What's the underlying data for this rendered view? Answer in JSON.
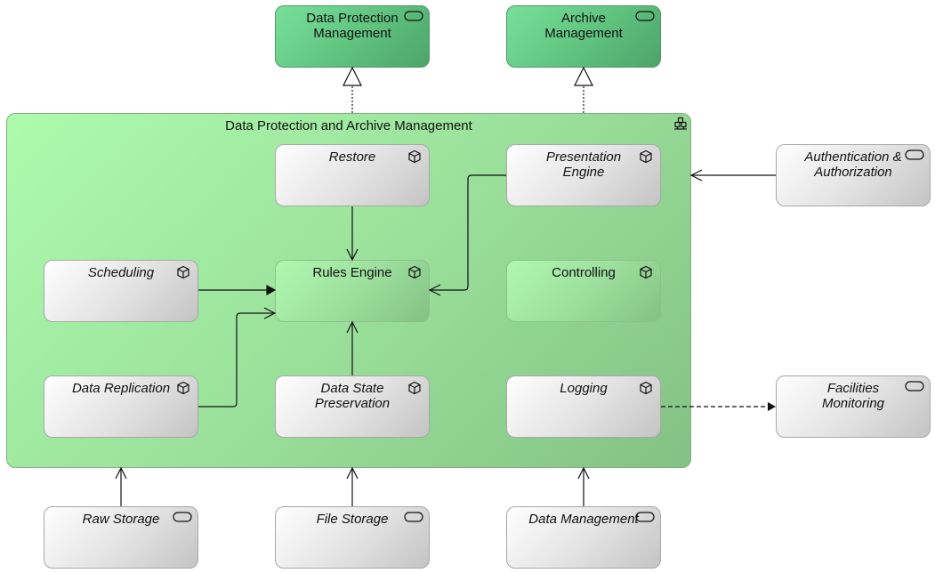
{
  "diagram": {
    "container": {
      "title": "Data Protection and Archive Management",
      "icon": "collaboration-icon"
    },
    "top_services": [
      {
        "id": "data-protection-management",
        "label": "Data Protection Management",
        "icon": "service-icon"
      },
      {
        "id": "archive-management",
        "label": "Archive Management",
        "icon": "service-icon"
      }
    ],
    "components": {
      "restore": {
        "label": "Restore",
        "icon": "component-icon"
      },
      "presentation_engine": {
        "label": "Presentation Engine",
        "icon": "component-icon"
      },
      "scheduling": {
        "label": "Scheduling",
        "icon": "component-icon"
      },
      "rules_engine": {
        "label": "Rules Engine",
        "icon": "component-icon"
      },
      "controlling": {
        "label": "Controlling",
        "icon": "component-icon"
      },
      "data_replication": {
        "label": "Data Replication",
        "icon": "component-icon"
      },
      "data_state_preservation": {
        "label": "Data State Preservation",
        "icon": "component-icon"
      },
      "logging": {
        "label": "Logging",
        "icon": "component-icon"
      }
    },
    "external_services": {
      "auth": {
        "label": "Authentication & Authorization",
        "icon": "service-icon"
      },
      "facilities": {
        "label": "Facilities Monitoring",
        "icon": "service-icon"
      },
      "raw_storage": {
        "label": "Raw Storage",
        "icon": "service-icon"
      },
      "file_storage": {
        "label": "File Storage",
        "icon": "service-icon"
      },
      "data_management": {
        "label": "Data Management",
        "icon": "service-icon"
      }
    },
    "relations": [
      {
        "from": "Data Protection and Archive Management",
        "to": "Data Protection Management",
        "type": "realization"
      },
      {
        "from": "Data Protection and Archive Management",
        "to": "Archive Management",
        "type": "realization"
      },
      {
        "from": "Restore",
        "to": "Rules Engine",
        "type": "serving"
      },
      {
        "from": "Scheduling",
        "to": "Rules Engine",
        "type": "triggering"
      },
      {
        "from": "Data Replication",
        "to": "Rules Engine",
        "type": "serving"
      },
      {
        "from": "Data State Preservation",
        "to": "Rules Engine",
        "type": "serving"
      },
      {
        "from": "Presentation Engine",
        "to": "Rules Engine",
        "type": "serving"
      },
      {
        "from": "Authentication & Authorization",
        "to": "Data Protection and Archive Management",
        "type": "serving"
      },
      {
        "from": "Logging",
        "to": "Facilities Monitoring",
        "type": "flow"
      },
      {
        "from": "Raw Storage",
        "to": "Data Protection and Archive Management",
        "type": "serving"
      },
      {
        "from": "File Storage",
        "to": "Data Protection and Archive Management",
        "type": "serving"
      },
      {
        "from": "Data Management",
        "to": "Data Protection and Archive Management",
        "type": "serving"
      }
    ]
  }
}
